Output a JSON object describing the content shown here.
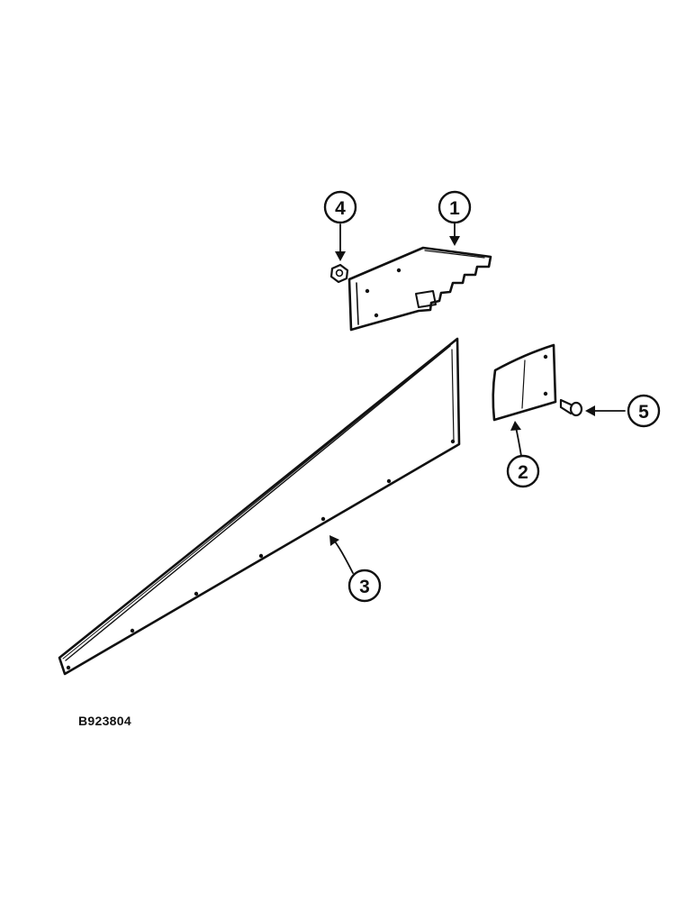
{
  "figure": {
    "id_label": "B923804",
    "ink_color": "#111111",
    "background": "#ffffff"
  },
  "callouts": [
    {
      "number": "1"
    },
    {
      "number": "2"
    },
    {
      "number": "3"
    },
    {
      "number": "4"
    },
    {
      "number": "5"
    }
  ]
}
